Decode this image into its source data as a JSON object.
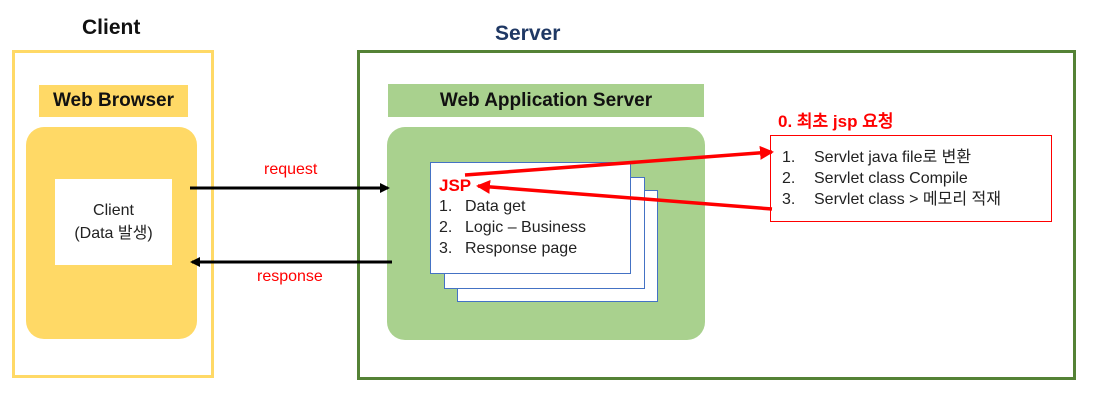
{
  "client": {
    "title": "Client",
    "browser_label": "Web Browser",
    "box_line1": "Client",
    "box_line2": "(Data 발생)"
  },
  "server": {
    "title": "Server",
    "was_label": "Web Application Server",
    "jsp": {
      "title": "JSP",
      "steps": [
        {
          "num": "1.",
          "text": "Data get"
        },
        {
          "num": "2.",
          "text": "Logic – Business"
        },
        {
          "num": "3.",
          "text": "Response page"
        }
      ]
    }
  },
  "flows": {
    "request": "request",
    "response": "response"
  },
  "first_request": {
    "title": "0. 최초 jsp 요청",
    "steps": [
      {
        "num": "1.",
        "text": "Servlet java file로 변환"
      },
      {
        "num": "2.",
        "text": "Servlet class Compile"
      },
      {
        "num": "3.",
        "text": "Servlet class > 메모리 적재"
      }
    ]
  },
  "colors": {
    "client_yellow": "#ffd966",
    "server_green_border": "#548235",
    "was_green": "#a9d18e",
    "accent_red": "#ff0000",
    "page_blue": "#4472c4",
    "server_title": "#1f3864"
  }
}
